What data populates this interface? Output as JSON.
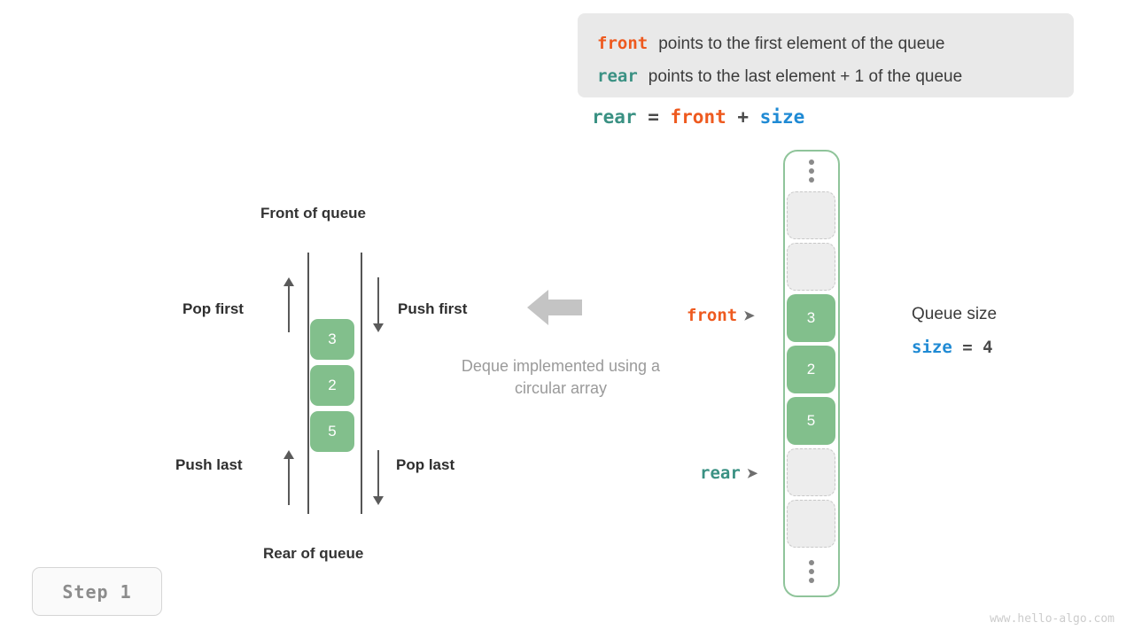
{
  "callout": {
    "lines": [
      {
        "keyword": "front",
        "keyword_color": "#ee5a1f",
        "text": "points to the first element of the queue"
      },
      {
        "keyword": "rear",
        "keyword_color": "#3a9183",
        "text": "points to the last element + 1 of the queue"
      }
    ],
    "background": "#e9e9e9"
  },
  "formula": {
    "lhs": "rear",
    "eq": " = ",
    "rhs1": "front",
    "plus": " + ",
    "rhs2": "size"
  },
  "deque_diagram": {
    "top_label": "Front of queue",
    "bottom_label": "Rear of queue",
    "operations": {
      "pop_first": "Pop first",
      "push_first": "Push first",
      "push_last": "Push last",
      "pop_last": "Pop last"
    },
    "cells": [
      "3",
      "2",
      "5"
    ],
    "note": "Deque implemented using a circular array",
    "cell_color": "#82bf8c"
  },
  "circular_array": {
    "border_color": "#8fc49a",
    "cells": [
      {
        "type": "dots",
        "value": ""
      },
      {
        "type": "empty",
        "value": ""
      },
      {
        "type": "empty",
        "value": ""
      },
      {
        "type": "filled",
        "value": "3"
      },
      {
        "type": "filled",
        "value": "2"
      },
      {
        "type": "filled",
        "value": "5"
      },
      {
        "type": "empty",
        "value": ""
      },
      {
        "type": "empty",
        "value": ""
      },
      {
        "type": "dots",
        "value": ""
      }
    ],
    "pointers": {
      "front": {
        "label": "front",
        "arrow": "➤",
        "color": "#ee5a1f"
      },
      "rear": {
        "label": "rear",
        "arrow": "➤",
        "color": "#3a9183"
      }
    }
  },
  "queue_size": {
    "title": "Queue size",
    "var": "size",
    "eq": " = ",
    "value": "4",
    "var_color": "#1f8ad4"
  },
  "step_badge": {
    "label": "Step 1"
  },
  "watermark": {
    "text": "www.hello-algo.com"
  }
}
